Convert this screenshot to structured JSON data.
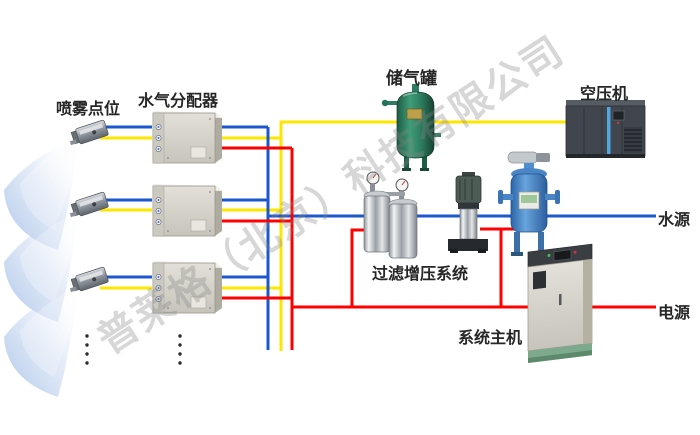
{
  "watermark": "普莱格（北京）科技有限公司",
  "colors": {
    "air_line": "#ffe600",
    "water_line": "#1b57cf",
    "power_line": "#fe0000"
  },
  "labels": {
    "spray_point": "喷雾点位",
    "distributor": "水气分配器",
    "air_tank": "储气罐",
    "compressor": "空压机",
    "filter_system": "过滤增压系统",
    "main_unit": "系统主机",
    "water_source": "水源",
    "power_source": "电源"
  },
  "devices": {
    "spray_nozzle_count": 3,
    "distributor_count": 3
  }
}
